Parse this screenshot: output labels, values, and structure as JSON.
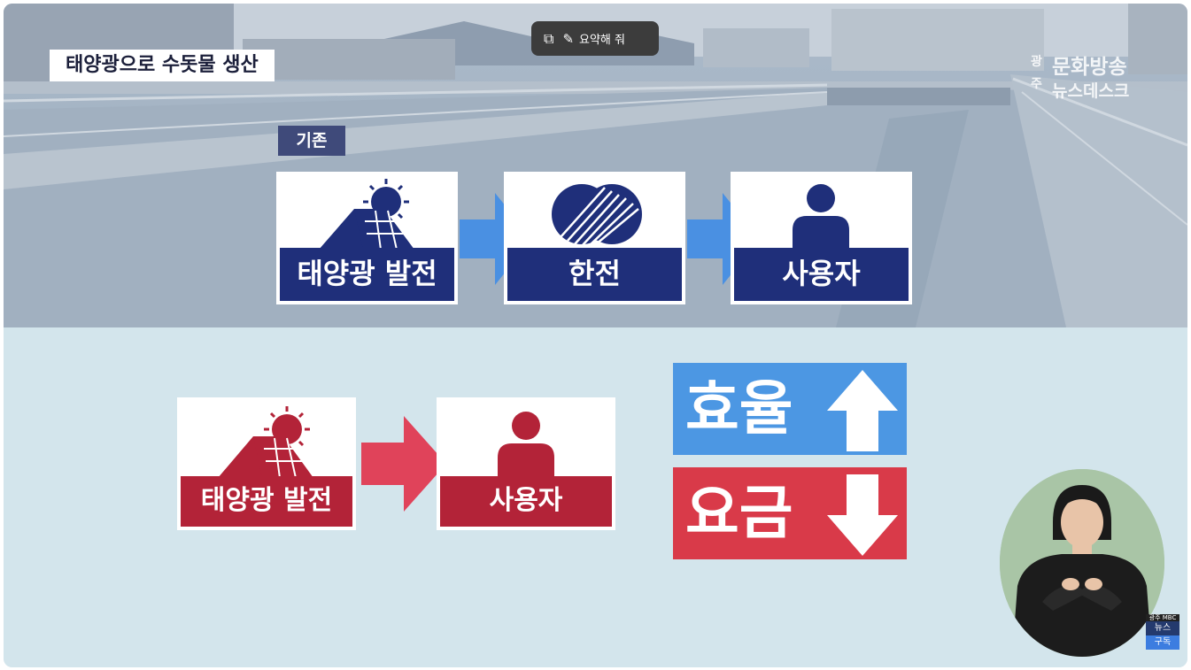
{
  "caption": "태양광으로 수돗물 생산",
  "summary_button": {
    "label": "요약해 줘"
  },
  "broadcaster": {
    "side": "광주",
    "line1": "문화방송",
    "line2": "뉴스데스크"
  },
  "existing": {
    "tag": "기존",
    "steps": [
      "태양광 발전",
      "한전",
      "사용자"
    ]
  },
  "new_flow": {
    "steps": [
      "태양광 발전",
      "사용자"
    ]
  },
  "result": {
    "efficiency_label": "효율",
    "efficiency_trend": "up-arrow",
    "fee_label": "요금",
    "fee_trend": "down-arrow"
  },
  "corner_badge": {
    "top": "광주",
    "brand": "MBC",
    "middle": "뉴스",
    "bottom": "구독"
  },
  "colors": {
    "navy": "#1f2f7a",
    "red": "#b32338",
    "efficiency_blue": "#4c97e3",
    "fee_red": "#d93a49",
    "arrow_blue": "#4a90e2",
    "arrow_red": "#e0435a"
  }
}
